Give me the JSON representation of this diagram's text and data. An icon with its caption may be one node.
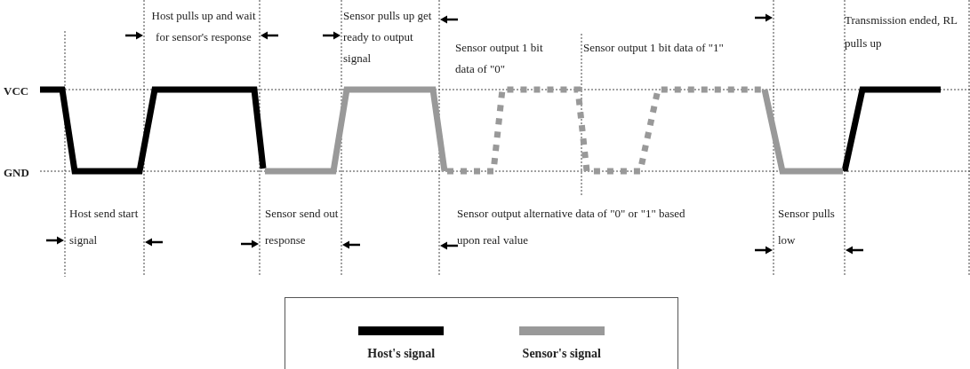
{
  "diagram": {
    "labels": [
      "Host pulls up and wait for sensor's response",
      "Sensor pulls up get ready to output signal",
      "Sensor output 1 bit data of \"0\"",
      "Sensor output 1 bit data of \"1\"",
      "Transmission ended, RL pulls up",
      "VCC",
      "GND",
      "Host send start signal",
      "Sensor send out response",
      "Sensor output alternative data of \"0\" or \"1\" based upon real value",
      "Sensor pulls low"
    ],
    "legend": [
      {
        "text": "Host's signal",
        "color": "#000000"
      },
      {
        "text": "Sensor's signal",
        "color": "#999999"
      }
    ]
  }
}
